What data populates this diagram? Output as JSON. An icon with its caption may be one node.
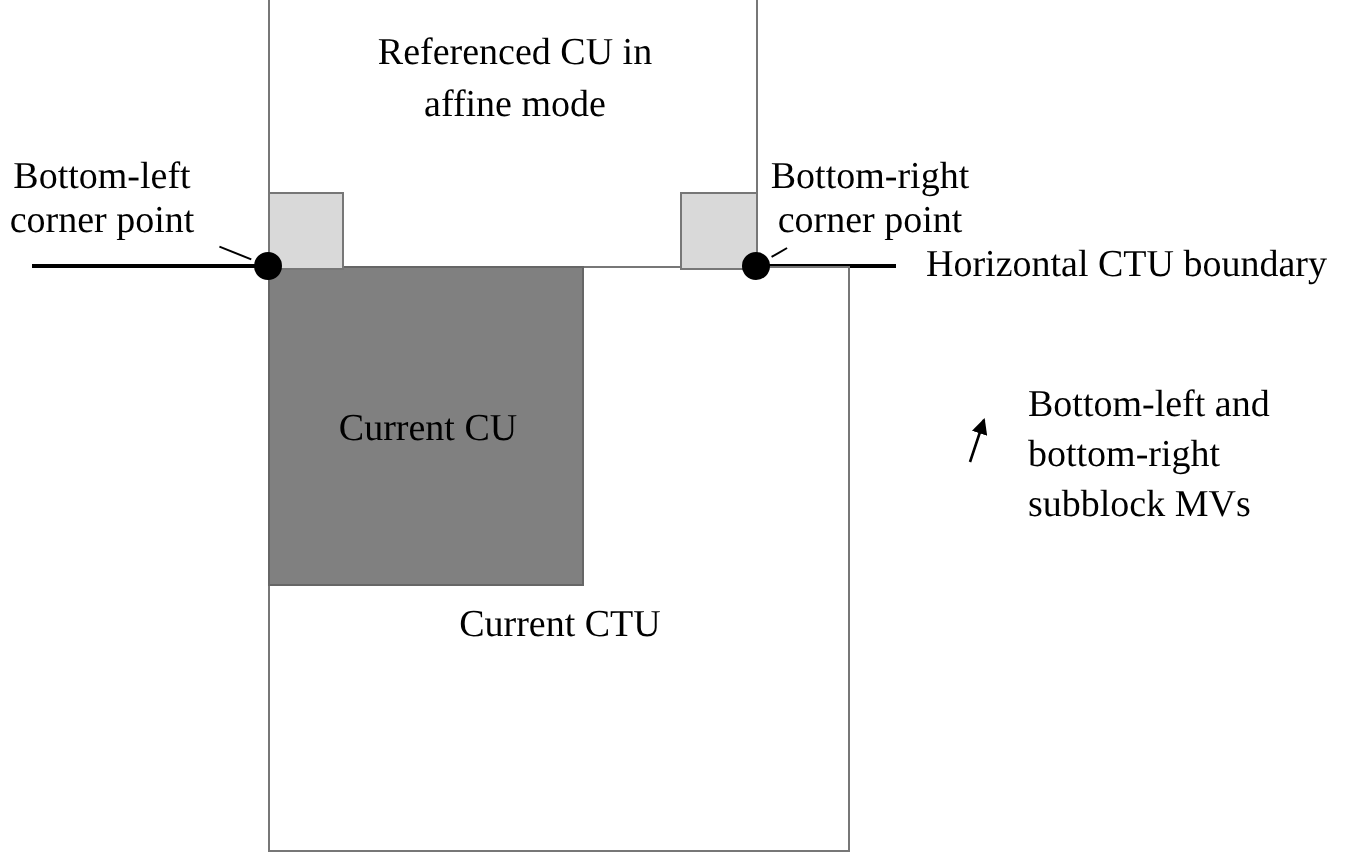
{
  "diagram": {
    "nodes": [
      {
        "text": [
          "Referenced CU in affine mode"
        ]
      },
      {
        "text": [],
        "shape": "box",
        "in": 0
      },
      {
        "text": [],
        "shape": "box",
        "in": 0
      },
      {
        "text": [
          "Current CTU"
        ]
      },
      {
        "text": [
          "Current CU"
        ],
        "in": 3
      },
      {
        "text": [],
        "shape": "circle"
      },
      {
        "text": [],
        "shape": "circle"
      },
      {
        "text": [
          "Bottom-left corner point"
        ]
      },
      {
        "text": [
          "Bottom-right corner point"
        ]
      }
    ],
    "edges": [
      {
        "from": 7,
        "to": 5,
        "arrow": "none"
      },
      {
        "from": 8,
        "to": 6,
        "arrow": "none"
      }
    ],
    "labels": [
      "Horizontal CTU boundary"
    ],
    "legend": [
      {
        "text": "Bottom-left and bottom-right subblock MVs"
      }
    ]
  }
}
